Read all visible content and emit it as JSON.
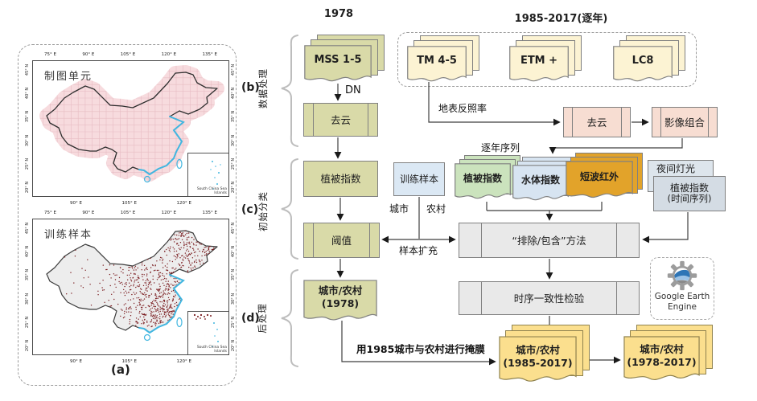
{
  "figure": {
    "year_left": "1978",
    "year_right": "1985-2017(逐年)",
    "panel_label": "(a)"
  },
  "stages": {
    "b": {
      "label": "(b)",
      "name": "数据处理"
    },
    "c": {
      "label": "(c)",
      "name": "初始分类"
    },
    "d": {
      "label": "(d)",
      "name": "后处理"
    }
  },
  "maps": {
    "top": {
      "title": "制图单元"
    },
    "bottom": {
      "title": "训练样本"
    },
    "x_ticks_top": [
      "75° E",
      "90° E",
      "105° E",
      "120° E",
      "135° E"
    ],
    "x_ticks_bottom": [
      "90° E",
      "105° E",
      "120° E"
    ],
    "y_ticks": [
      "45° N",
      "40° N",
      "35° N",
      "30° N",
      "25° N",
      "20° N"
    ],
    "inset_label": "South China Sea Islands"
  },
  "nodes": {
    "mss": {
      "label": "MSS 1-5"
    },
    "decloud1": {
      "label": "去云"
    },
    "tm": {
      "label": "TM 4-5"
    },
    "etm": {
      "label": "ETM +"
    },
    "lc8": {
      "label": "LC8"
    },
    "decloud2": {
      "label": "去云"
    },
    "compose": {
      "label": "影像组合"
    },
    "veg_index": {
      "label": "植被指数"
    },
    "training": {
      "label": "训练样本"
    },
    "veg_doc": {
      "label": "植被指数"
    },
    "water_doc": {
      "label": "水体指数"
    },
    "swir_doc": {
      "label": "短波红外"
    },
    "night_light": {
      "label": "夜间灯光"
    },
    "veg_ts": {
      "line1": "植被指数",
      "line2": "(时间序列)"
    },
    "threshold": {
      "label": "阈值"
    },
    "method": {
      "label": "“排除/包含”方法"
    },
    "consistency": {
      "label": "时序一致性检验"
    },
    "urban1978": {
      "line1": "城市/农村",
      "line2": "(1978)"
    },
    "stack_1985_2017": {
      "line1": "城市/农村",
      "line2": "(1985-2017)"
    },
    "stack_1978_2017": {
      "line1": "城市/农村",
      "line2": "(1978-2017)"
    },
    "gee": {
      "line1": "Google Earth",
      "line2": "Engine"
    }
  },
  "edges": {
    "dn": "DN",
    "surface_reflectance": "地表反照率",
    "annual_series": "逐年序列",
    "urban": "城市",
    "rural": "农村",
    "sample_expansion": "样本扩充",
    "mask": "用1985城市与农村进行掩膜"
  },
  "colors": {
    "olive": "#d9daa8",
    "cream": "#fcf3d3",
    "pink": "#f7ddd2",
    "green": "#cbe3bd",
    "blue_doc": "#d7e4f1",
    "orange": "#e2a32a",
    "blue_gray": "#dde5ec",
    "gray": "#e9e9e9",
    "yellow": "#fbdf8e",
    "map_pink": "#f7dbde",
    "sample_dot": "#7a1b1f",
    "coast_blue": "#41b6e0"
  }
}
